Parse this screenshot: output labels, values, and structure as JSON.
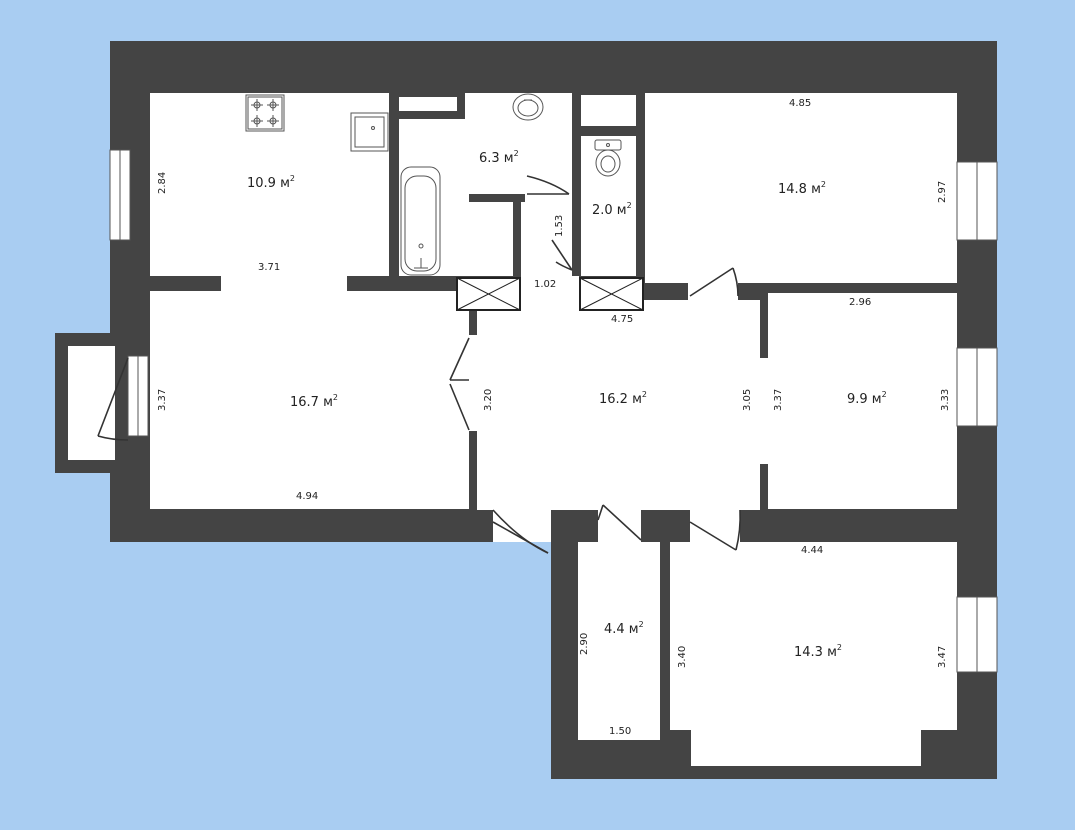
{
  "colors": {
    "background": "#a9cdf2",
    "wall": "#444444",
    "floor": "#ffffff",
    "fixture_stroke": "#555555"
  },
  "icons": [
    "gas-stove-icon",
    "kitchen-sink-icon",
    "bathtub-icon",
    "washbasin-icon",
    "toilet-icon",
    "ventilation-shaft-icon",
    "door-swing-icon",
    "window-icon"
  ],
  "rooms": {
    "kitchen": {
      "area": "10.9 м",
      "sup": "2",
      "width": "3.71",
      "height": "2.84"
    },
    "bathroom": {
      "area": "6.3 м",
      "sup": "2"
    },
    "toilet": {
      "area": "2.0 м",
      "sup": "2",
      "height": "1.53"
    },
    "bedroom_ne": {
      "area": "14.8 м",
      "sup": "2",
      "width": "4.85",
      "height": "2.97"
    },
    "living": {
      "area": "16.7 м",
      "sup": "2",
      "width": "4.94",
      "height": "3.37"
    },
    "hall": {
      "area": "16.2 м",
      "sup": "2",
      "width": "4.75",
      "height_left": "3.20",
      "height_right": "3.05",
      "door_width": "1.02"
    },
    "room_e": {
      "area": "9.9 м",
      "sup": "2",
      "width": "2.96",
      "height_left": "3.37",
      "height_right": "3.33"
    },
    "storage": {
      "area": "4.4 м",
      "sup": "2",
      "width": "1.50",
      "height": "2.90"
    },
    "room_se": {
      "area": "14.3 м",
      "sup": "2",
      "width": "4.44",
      "height_left": "3.40",
      "height_right": "3.47"
    }
  }
}
